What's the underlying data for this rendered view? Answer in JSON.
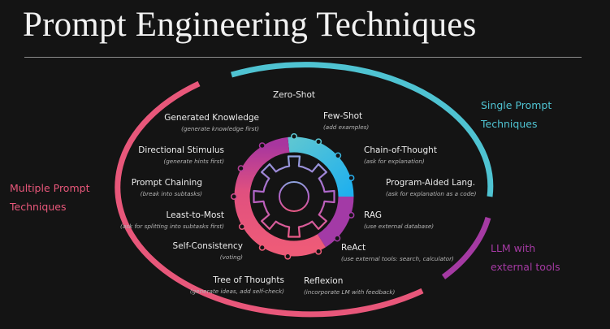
{
  "title": "Prompt Engineering Techniques",
  "groups": {
    "single": {
      "line1": "Single Prompt",
      "line2": "Techniques",
      "color": "#4fc3d2"
    },
    "multiple": {
      "line1": "Multiple Prompt",
      "line2": "Techniques",
      "color": "#e8577a"
    },
    "tools": {
      "line1": "LLM with",
      "line2": "external tools",
      "color": "#a53aa3"
    }
  },
  "techniques": {
    "zero_shot": {
      "name": "Zero-Shot"
    },
    "few_shot": {
      "name": "Few-Shot",
      "desc": "(add examples)"
    },
    "cot": {
      "name": "Chain-of-Thought",
      "desc": "(ask for explanation)"
    },
    "pal": {
      "name": "Program-Aided Lang.",
      "desc": "(ask for explanation as a code)"
    },
    "rag": {
      "name": "RAG",
      "desc": "(use external database)"
    },
    "react": {
      "name": "ReAct",
      "desc": "(use external tools: search, calculator)"
    },
    "reflexion": {
      "name": "Reflexion",
      "desc": "(incorporate LM with feedback)"
    },
    "tot": {
      "name": "Tree of Thoughts",
      "desc": "(generate ideas, add self-check)"
    },
    "self_consistency": {
      "name": "Self-Consistency",
      "desc": "(voting)"
    },
    "least_to_most": {
      "name": "Least-to-Most",
      "desc": "(ask for splitting into subtasks first)"
    },
    "prompt_chaining": {
      "name": "Prompt Chaining",
      "desc": "(break into subtasks)"
    },
    "directional_stimulus": {
      "name": "Directional Stimulus",
      "desc": "(generate hints first)"
    },
    "generated_knowledge": {
      "name": "Generated Knowledge",
      "desc": "(generate knowledge first)"
    }
  }
}
